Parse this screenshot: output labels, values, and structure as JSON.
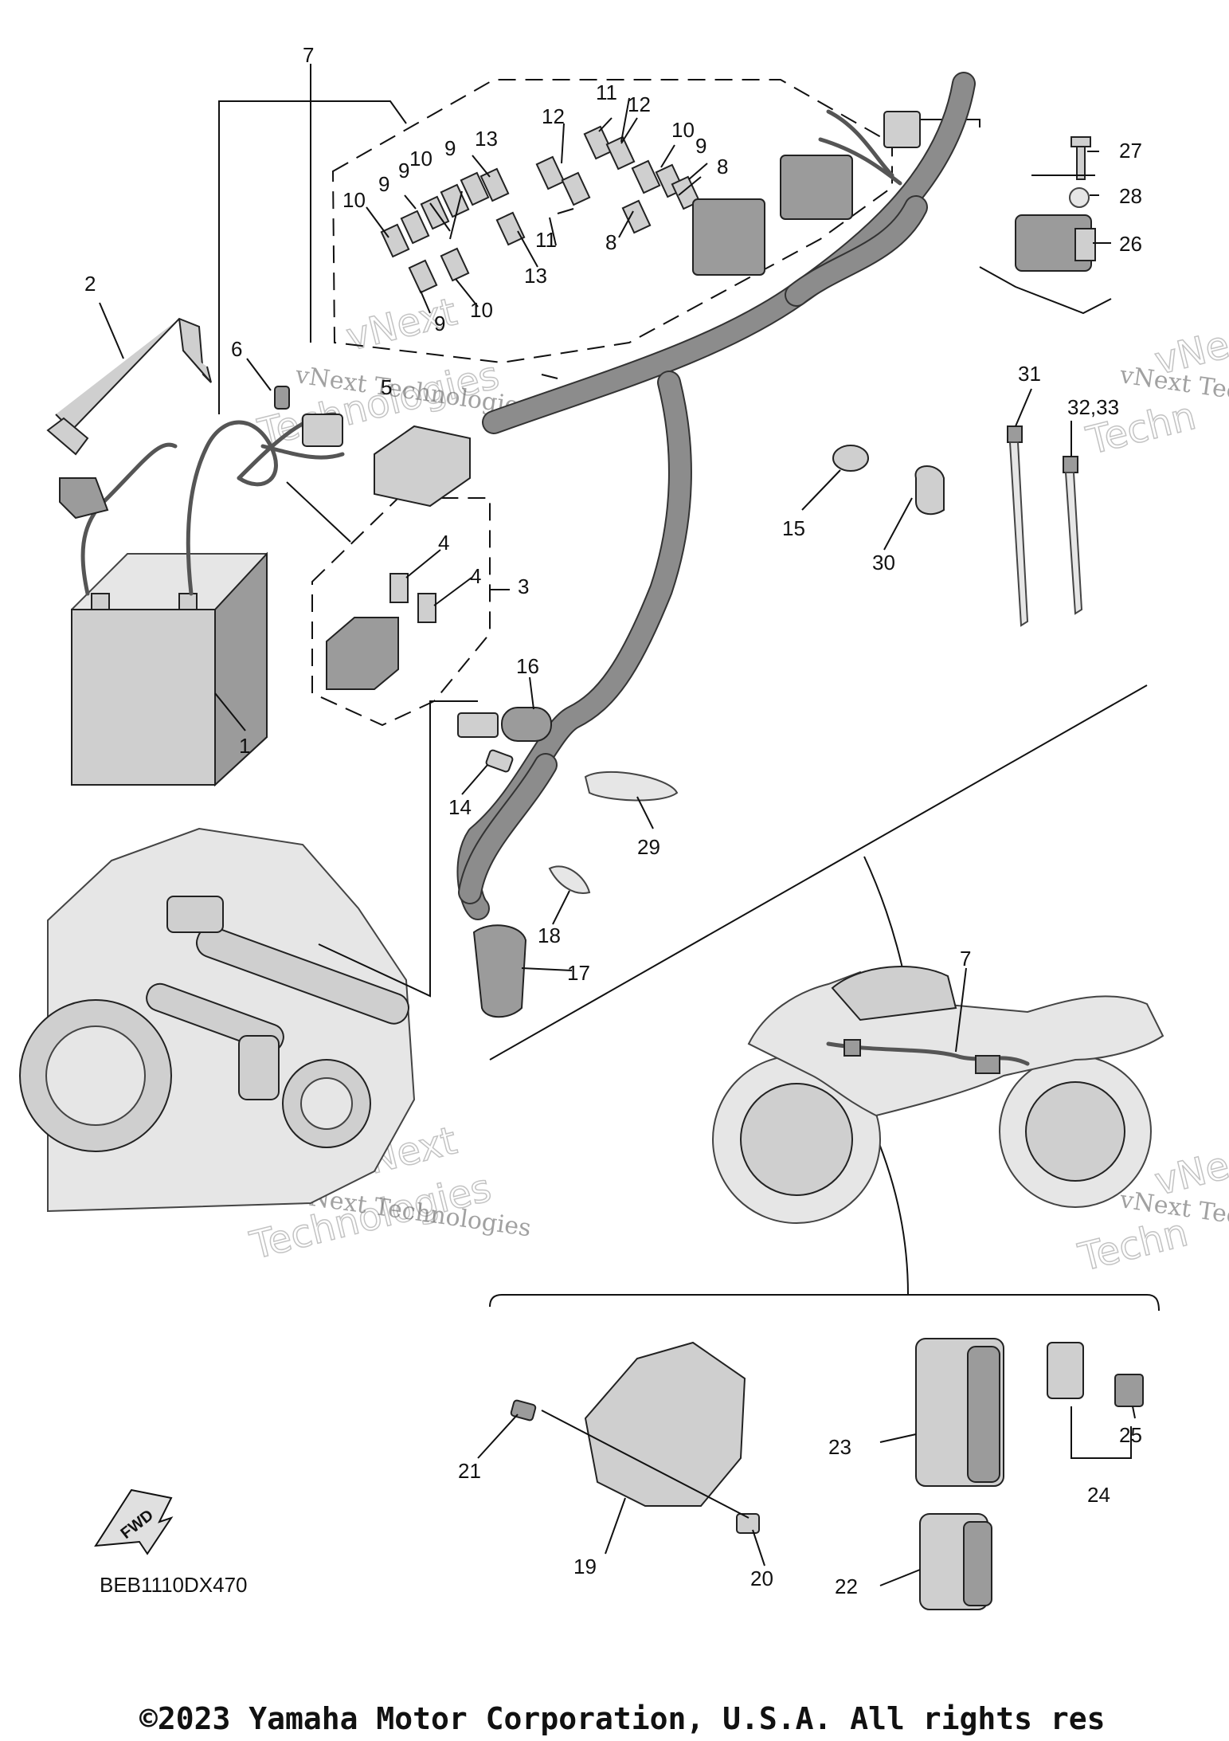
{
  "diagram": {
    "code": "BEB1110DX470",
    "copyright": "©2023 Yamaha Motor Corporation, U.S.A. All rights res",
    "fwd_label": "FWD",
    "watermark_line": "vNext Technologies",
    "watermark_word1": "vNext",
    "watermark_word2": "Technologies",
    "watermark_partial_line": "vNext Tec",
    "watermark_partial_word1": "vNe",
    "watermark_partial_word2": "Techn"
  },
  "callouts": {
    "c1": "1",
    "c2": "2",
    "c3": "3",
    "c4a": "4",
    "c4b": "4",
    "c5": "5",
    "c6": "6",
    "c7": "7",
    "c7b": "7",
    "c8a": "8",
    "c8b": "8",
    "c9a": "9",
    "c9b": "9",
    "c9c": "9",
    "c9d": "9",
    "c10a": "10",
    "c10b": "10",
    "c10c": "10",
    "c10d": "10",
    "c11a": "11",
    "c11b": "11",
    "c12a": "12",
    "c12b": "12",
    "c13a": "13",
    "c13b": "13",
    "c14": "14",
    "c15": "15",
    "c16": "16",
    "c17": "17",
    "c18": "18",
    "c19": "19",
    "c20": "20",
    "c21": "21",
    "c22": "22",
    "c23": "23",
    "c24": "24",
    "c25": "25",
    "c26": "26",
    "c27": "27",
    "c28": "28",
    "c29": "29",
    "c30": "30",
    "c31": "31",
    "c32": "32,33"
  }
}
